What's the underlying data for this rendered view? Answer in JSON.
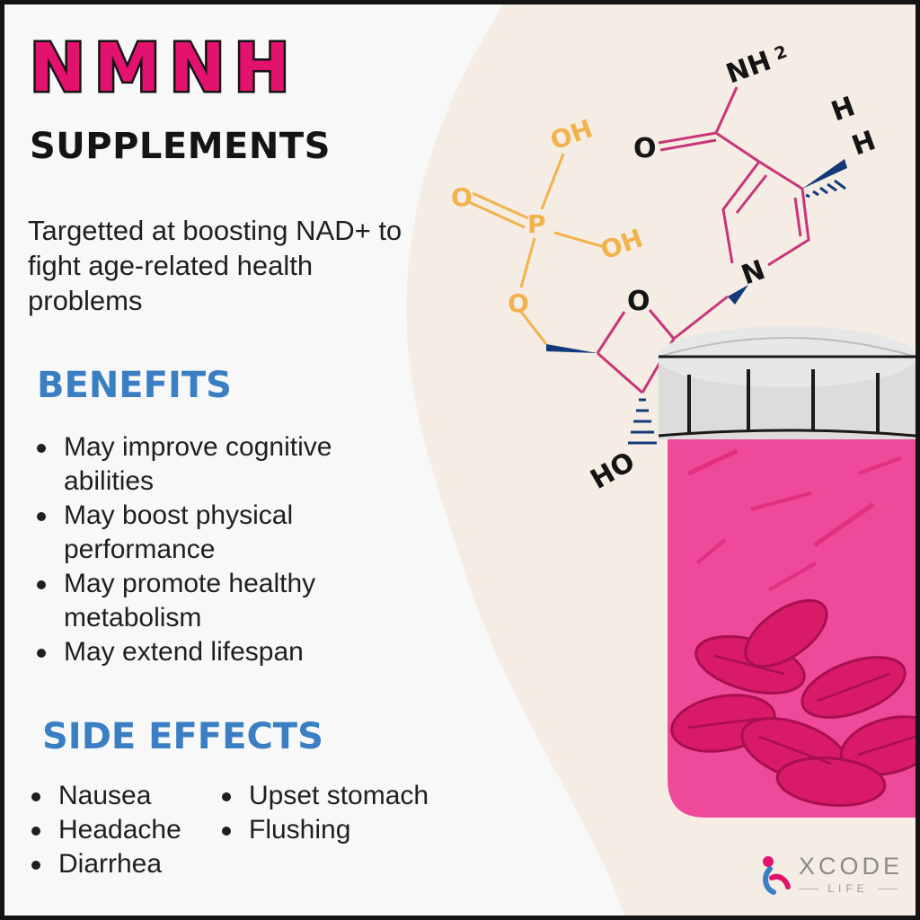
{
  "header": {
    "title": "NMNH",
    "subtitle": "SUPPLEMENTS"
  },
  "description": "Targetted at boosting NAD+ to fight age-related health problems",
  "benefits": {
    "heading": "BENEFITS",
    "items": [
      "May improve cognitive abilities",
      "May boost physical performance",
      "May promote healthy metabolism",
      "May extend lifespan"
    ]
  },
  "side_effects": {
    "heading": "SIDE EFFECTS",
    "column1": [
      "Nausea",
      "Headache",
      "Diarrhea"
    ],
    "column2": [
      "Upset stomach",
      "Flushing"
    ]
  },
  "molecule_labels": {
    "nh2": "NH",
    "nh2_sub": "2",
    "carbonyl_o": "O",
    "h_top": "H",
    "h_bottom": "H",
    "n": "N",
    "ring_o": "O",
    "ho": "HO",
    "p": "P",
    "oh_top": "OH",
    "oh_bottom": "OH",
    "phosphate_o": "O",
    "linker_o": "O"
  },
  "brand": {
    "name": "XCODE",
    "sub": "LIFE"
  },
  "icons": {
    "molecule": "nmnh-molecule-illustration",
    "bottle": "pill-bottle-illustration",
    "brand": "xcode-life-logo-icon"
  },
  "colors": {
    "title_pink": "#e2126e",
    "heading_blue": "#3a7fc4",
    "text_dark": "#1f1f1f",
    "beige": "#f5ede4",
    "bottle_pink": "#ef4a9a",
    "pill_pink": "#d81a68",
    "molecule_magenta": "#c8357a",
    "phosphate_orange": "#f2b24d"
  }
}
